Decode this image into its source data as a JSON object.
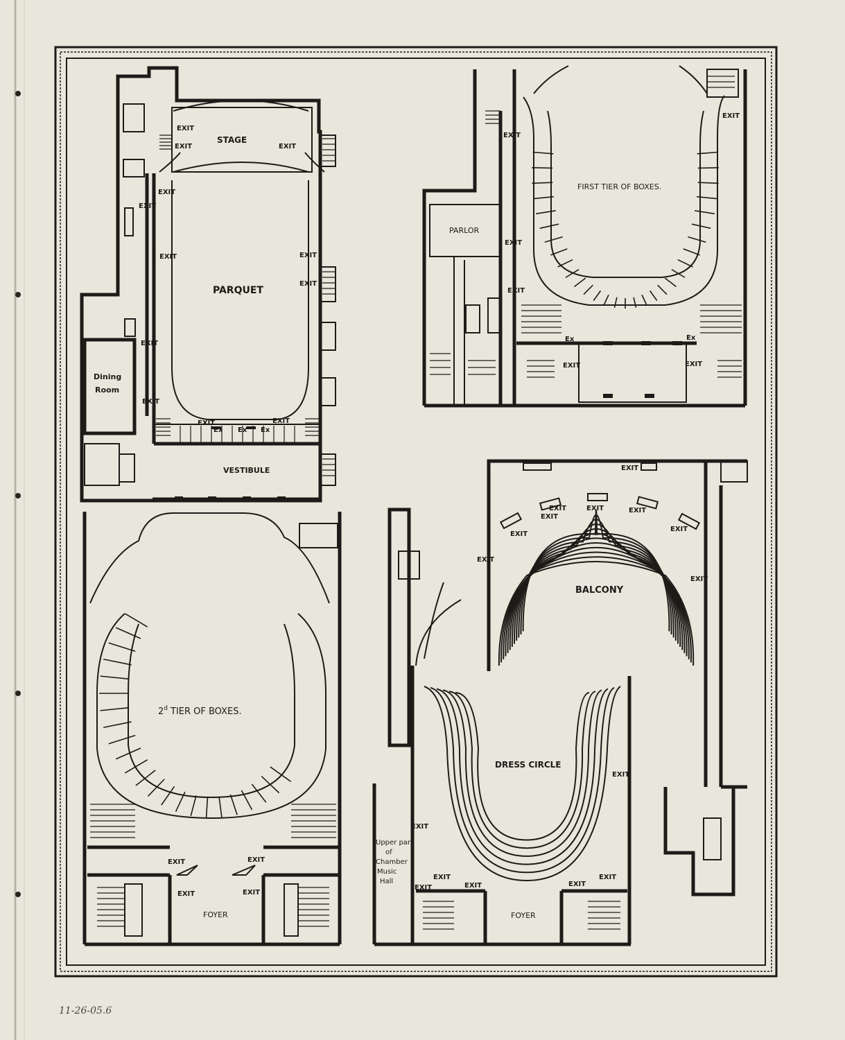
{
  "plans": {
    "parquet": {
      "title": "PARQUET",
      "stage": "STAGE",
      "vestibule": "VESTIBULE",
      "dining_room_1": "Dining",
      "dining_room_2": "Room",
      "exit": "EXIT",
      "ex": "Ex"
    },
    "first_tier": {
      "title": "FIRST TIER OF BOXES.",
      "parlor": "PARLOR",
      "exit": "EXIT",
      "ex": "Ex"
    },
    "second_tier": {
      "title_prefix": "2",
      "title_sup": "d",
      "title": "TIER OF BOXES.",
      "foyer": "FOYER",
      "exit": "EXIT"
    },
    "balcony": {
      "title": "BALCONY",
      "exit": "EXIT"
    },
    "dress_circle": {
      "title": "DRESS CIRCLE",
      "foyer": "FOYER",
      "exit": "EXIT",
      "chamber_1": "Upper part",
      "chamber_2": "of",
      "chamber_3": "Chamber",
      "chamber_4": "Music",
      "chamber_5": "Hall"
    }
  },
  "margin_note": "11-26-05.6"
}
